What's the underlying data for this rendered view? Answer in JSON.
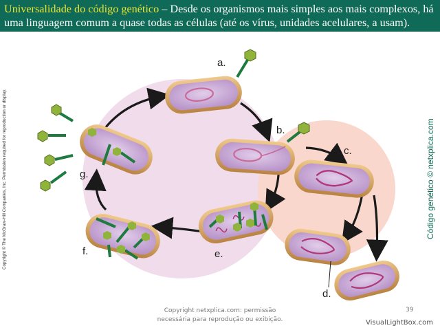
{
  "header": {
    "title_highlight": "Universalidade do código genético",
    "title_rest": " – Desde os organismos mais simples aos mais complexos, há uma linguagem comum a quase todas as células (até os vírus, unidades acelulares, a usam)."
  },
  "diagram": {
    "labels": {
      "a": "a.",
      "b": "b.",
      "c": "c.",
      "d": "d.",
      "e": "e.",
      "f": "f.",
      "g": "g."
    }
  },
  "side_text": {
    "left_copyright": "Copyright © The McGraw-Hill Companies, Inc. Permission required for reproduction or display.",
    "right_credit": "Código genético © netxplica.com"
  },
  "footer": {
    "note_line1": "Copyright netxplica.com: permissão",
    "note_line2": "necessária para reprodução ou exibição.",
    "page_number": "39",
    "watermark": "VisualLightBox.com"
  },
  "colors": {
    "title_bar": "#0f6b57",
    "title_highlight": "#e8e43a",
    "lytic_circle": "#f0dcea",
    "lysogenic_circle": "#f9d7cc",
    "cell_wall": "#d8a867",
    "cytoplasm": "#c8a8d8",
    "phage_head": "#8fb33b",
    "phage_tail": "#1e7a3e"
  }
}
